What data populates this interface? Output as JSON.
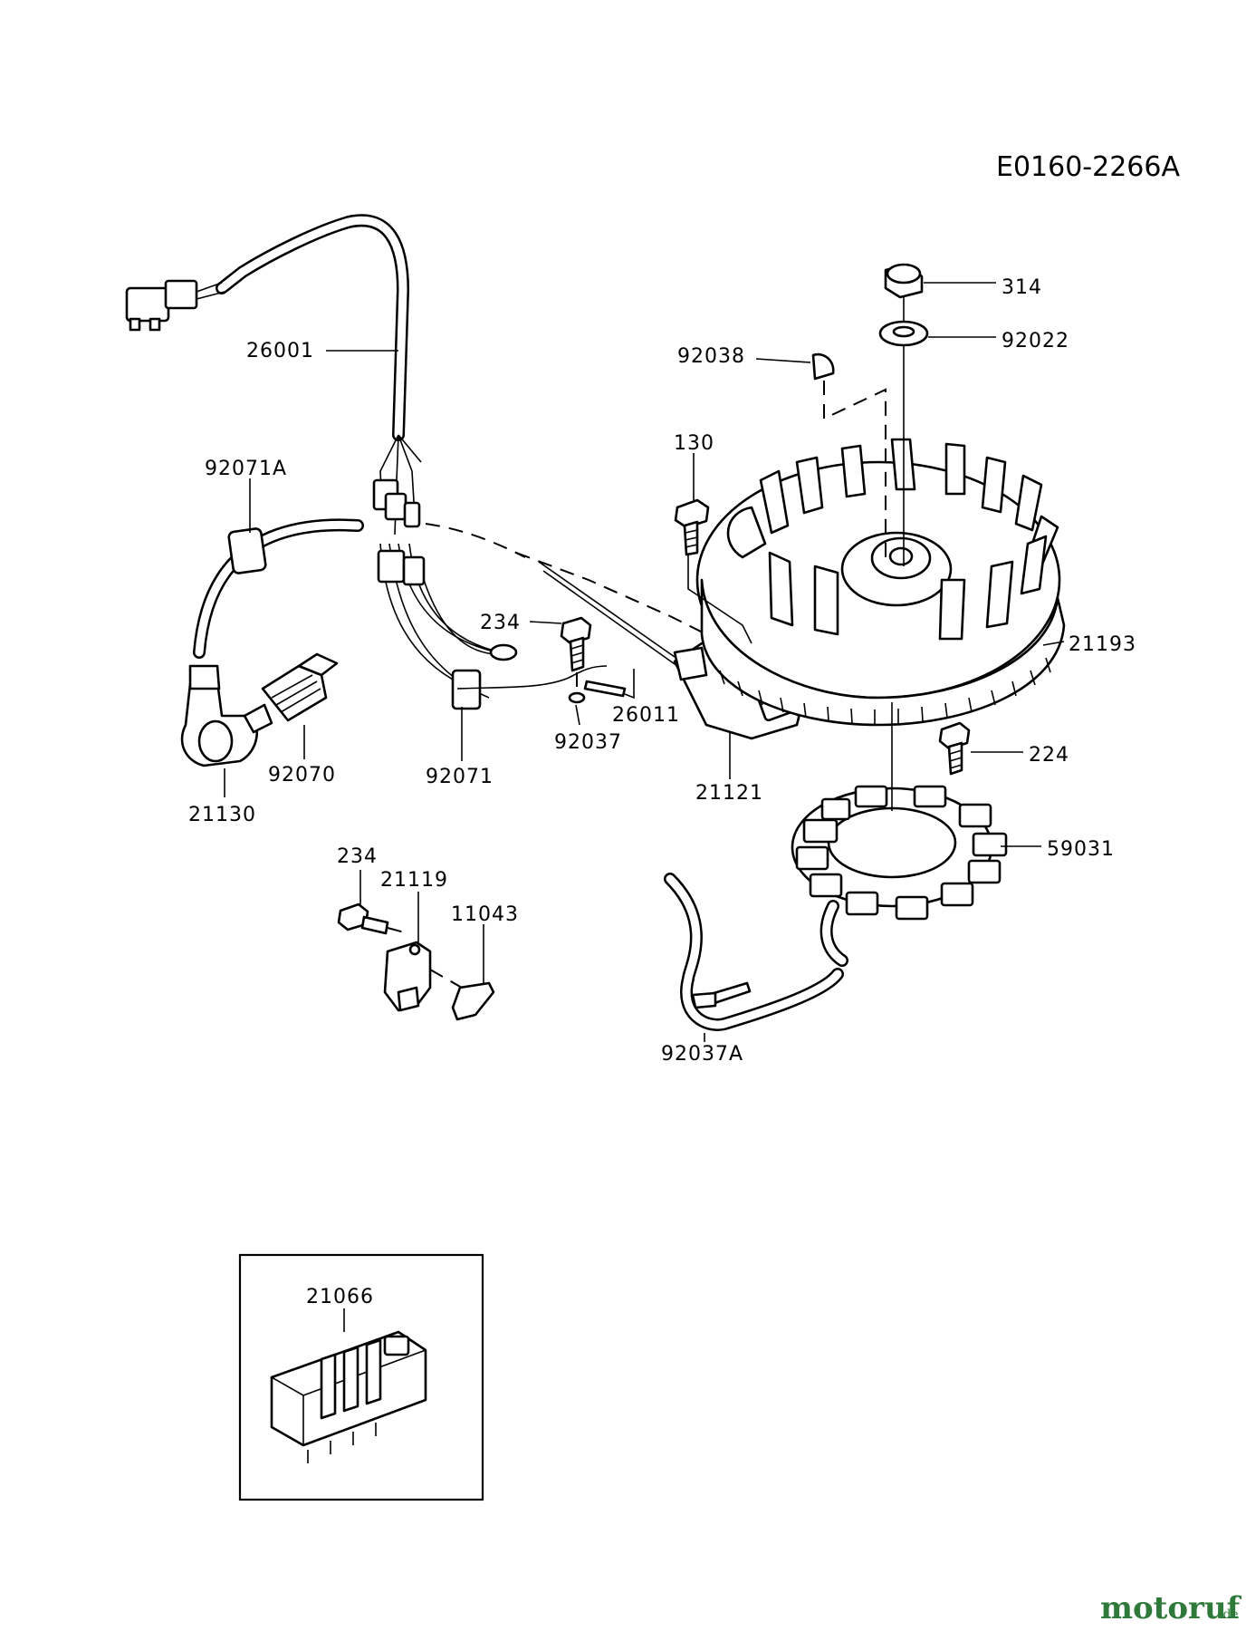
{
  "diagram_code": "E0160-2266A",
  "parts": [
    {
      "id": "p314",
      "number": "314"
    },
    {
      "id": "p92022",
      "number": "92022"
    },
    {
      "id": "p92038",
      "number": "92038"
    },
    {
      "id": "p26001",
      "number": "26001"
    },
    {
      "id": "p130",
      "number": "130"
    },
    {
      "id": "p92071a",
      "number": "92071A"
    },
    {
      "id": "p234a",
      "number": "234"
    },
    {
      "id": "p21193",
      "number": "21193"
    },
    {
      "id": "p26011",
      "number": "26011"
    },
    {
      "id": "p92037",
      "number": "92037"
    },
    {
      "id": "p224",
      "number": "224"
    },
    {
      "id": "p92070",
      "number": "92070"
    },
    {
      "id": "p92071",
      "number": "92071"
    },
    {
      "id": "p21121",
      "number": "21121"
    },
    {
      "id": "p21130",
      "number": "21130"
    },
    {
      "id": "p59031",
      "number": "59031"
    },
    {
      "id": "p234b",
      "number": "234"
    },
    {
      "id": "p21119",
      "number": "21119"
    },
    {
      "id": "p11043",
      "number": "11043"
    },
    {
      "id": "p92037a",
      "number": "92037A"
    },
    {
      "id": "p21066",
      "number": "21066"
    }
  ],
  "watermark": {
    "brand": "motoruf",
    "suffix": ".de"
  }
}
